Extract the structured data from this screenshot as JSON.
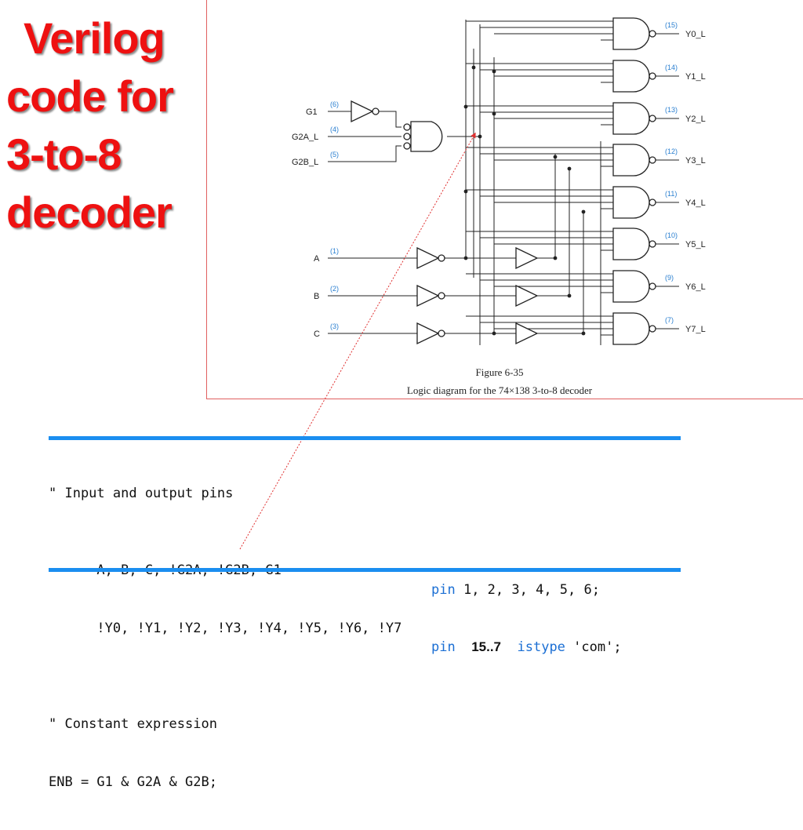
{
  "slide": {
    "title_lines": [
      "Verilog",
      "code for",
      "3-to-8",
      "decoder"
    ]
  },
  "figure": {
    "inputs": [
      {
        "label": "G1",
        "pin": "(6)"
      },
      {
        "label": "G2A_L",
        "pin": "(4)"
      },
      {
        "label": "G2B_L",
        "pin": "(5)"
      },
      {
        "label": "A",
        "pin": "(1)"
      },
      {
        "label": "B",
        "pin": "(2)"
      },
      {
        "label": "C",
        "pin": "(3)"
      }
    ],
    "outputs": [
      {
        "label": "Y0_L",
        "pin": "(15)"
      },
      {
        "label": "Y1_L",
        "pin": "(14)"
      },
      {
        "label": "Y2_L",
        "pin": "(13)"
      },
      {
        "label": "Y3_L",
        "pin": "(12)"
      },
      {
        "label": "Y4_L",
        "pin": "(11)"
      },
      {
        "label": "Y5_L",
        "pin": "(10)"
      },
      {
        "label": "Y6_L",
        "pin": "(9)"
      },
      {
        "label": "Y7_L",
        "pin": "(7)"
      }
    ],
    "caption_title": "Figure 6-35",
    "caption_text": "Logic diagram for the 74×138 3-to-8 decoder",
    "colors": {
      "pin_label": "#2a7fd0",
      "frame": "#e06060",
      "wire": "#222222",
      "arrow": "#e03030"
    }
  },
  "code": {
    "comment1": "\" Input and output pins",
    "line1_signals": "A, B, C, !G2A, !G2B, G1",
    "line1_kw": "pin",
    "line1_pins": "1, 2, 3, 4, 5, 6;",
    "line2_signals": "!Y0, !Y1, !Y2, !Y3, !Y4, !Y5, !Y6, !Y7",
    "line2_kw": "pin",
    "line2_range": "15..7",
    "line2_kw2": "istype",
    "line2_type": "'com';",
    "comment2": "\" Constant expression",
    "line3": "ENB = G1 & G2A & G2B;",
    "colors": {
      "keyword": "#1b6fd4",
      "rule": "#1b8ef0"
    }
  }
}
